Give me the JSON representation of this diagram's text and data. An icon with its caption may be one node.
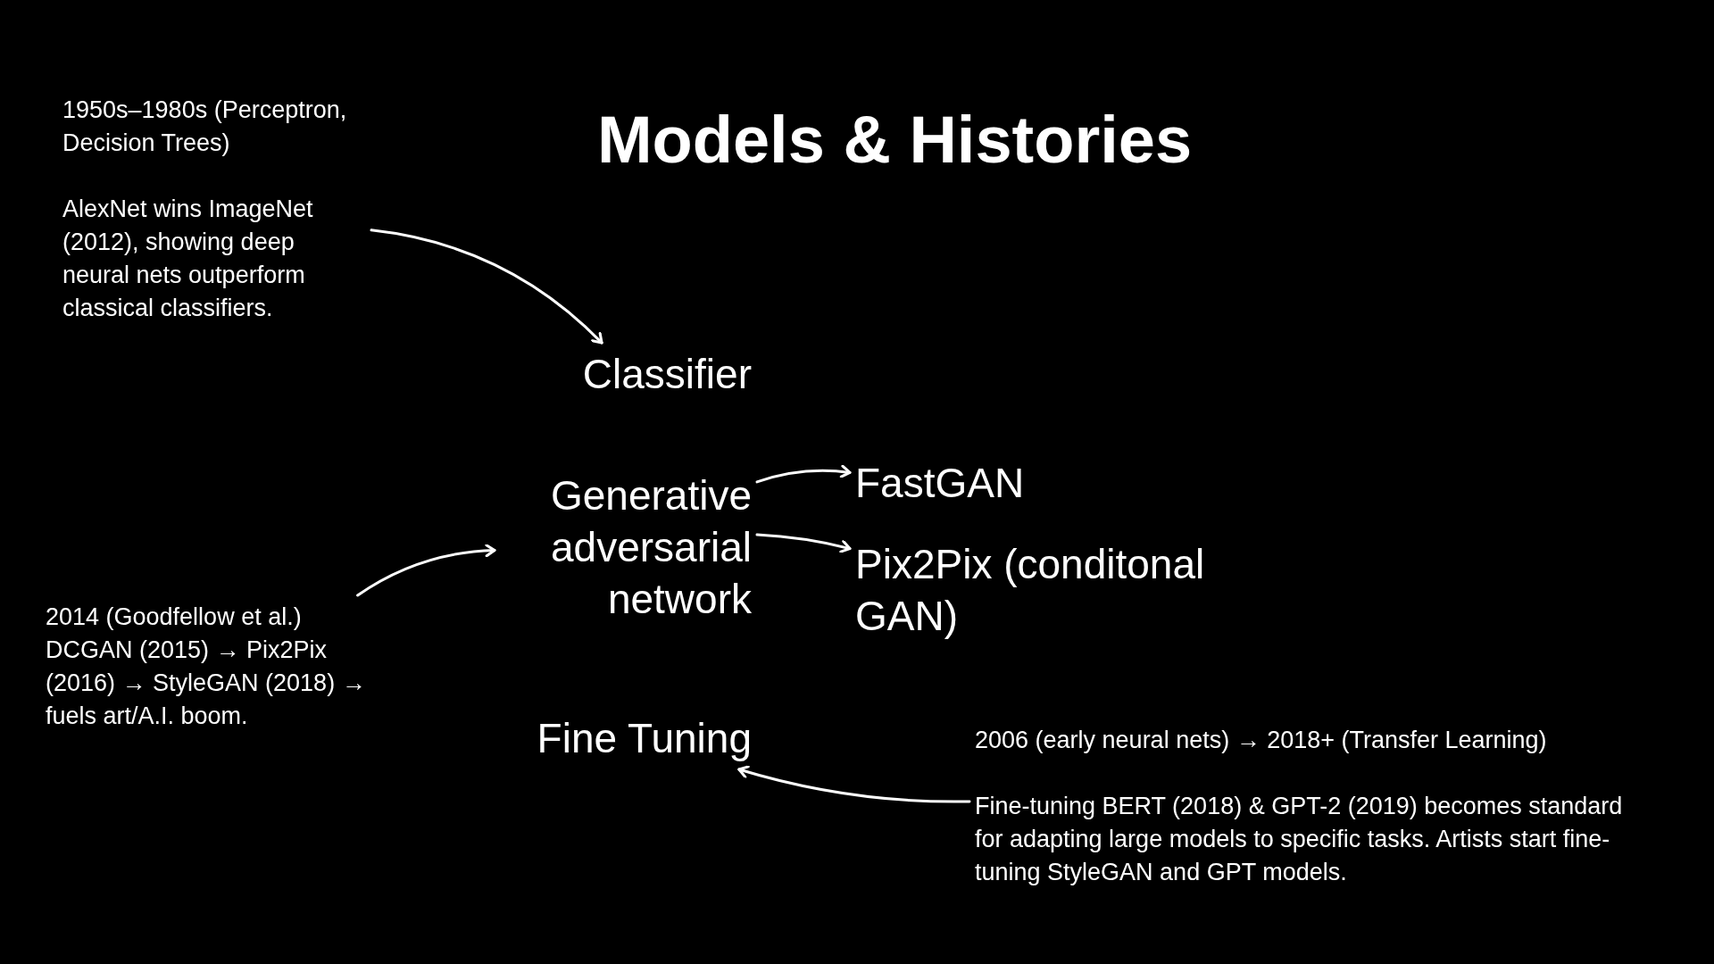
{
  "diagram": {
    "title": "Models & Histories",
    "nodes": [
      {
        "text": [
          "1950s–1980s (Perceptron, Decision Trees)",
          "AlexNet wins ImageNet (2012), showing deep neural nets outperform classical classifiers."
        ]
      },
      {
        "text": [
          "Classifier"
        ]
      },
      {
        "text": [
          "Generative adversarial network"
        ]
      },
      {
        "text": [
          "FastGAN"
        ]
      },
      {
        "text": [
          "Pix2Pix (conditonal GAN)"
        ]
      },
      {
        "text": [
          "Fine Tuning"
        ]
      },
      {
        "text": [
          "2014 (Goodfellow et al.) DCGAN (2015) → Pix2Pix (2016) → StyleGAN (2018) → fuels art/A.I. boom."
        ]
      },
      {
        "text": [
          "2006 (early neural nets) → 2018+ (Transfer Learning)",
          "Fine-tuning BERT (2018) & GPT-2 (2019) becomes standard for adapting large models to specific tasks. Artists start fine-tuning StyleGAN and GPT models."
        ]
      }
    ],
    "edges": [
      {
        "from": 0,
        "to": 1,
        "arrow": "to"
      },
      {
        "from": 6,
        "to": 2,
        "arrow": "to"
      },
      {
        "from": 2,
        "to": 3,
        "arrow": "to"
      },
      {
        "from": 2,
        "to": 4,
        "arrow": "to"
      },
      {
        "from": 7,
        "to": 5,
        "arrow": "to"
      }
    ]
  }
}
